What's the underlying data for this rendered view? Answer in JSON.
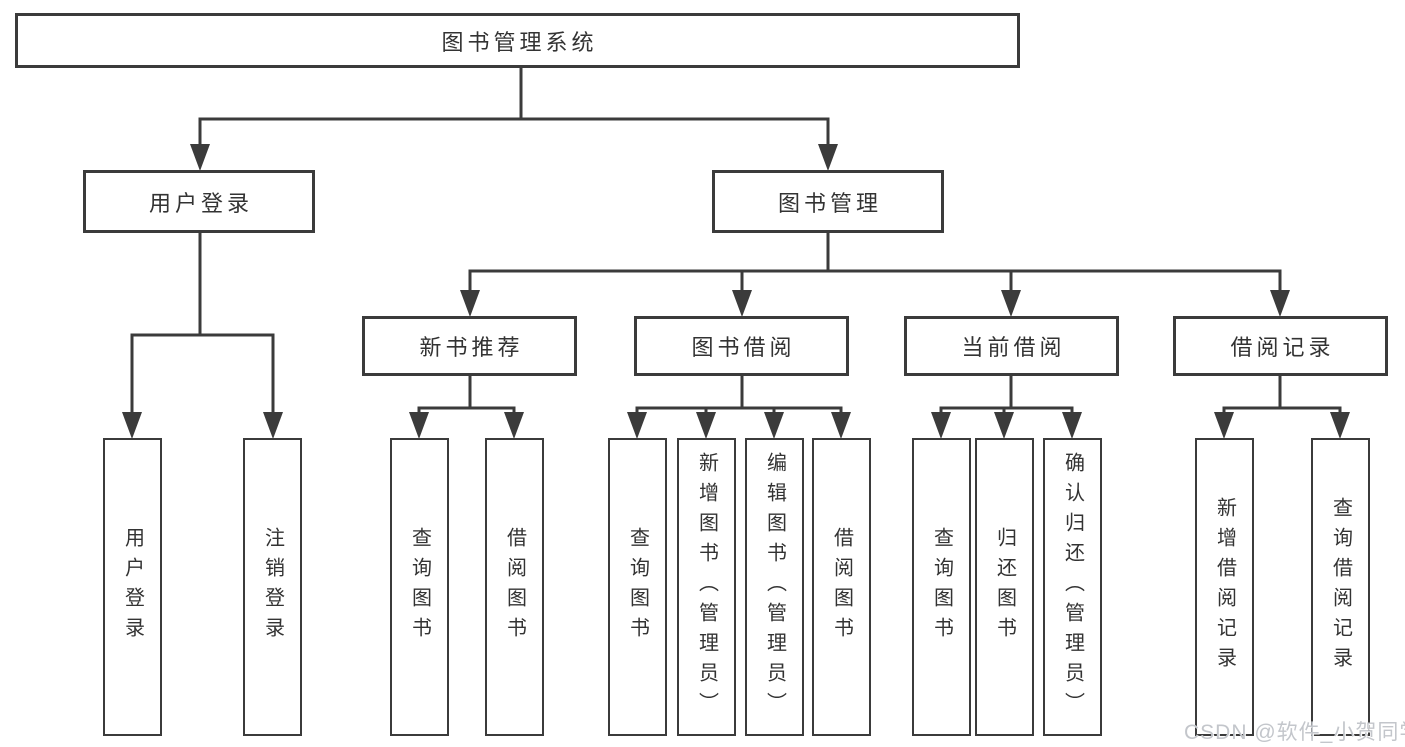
{
  "colors": {
    "line": "#3b3b3b",
    "box_border": "#3b3b3b",
    "box_fill": "#ffffff",
    "text": "#333333",
    "watermark": "#c3c6cb"
  },
  "nodes": {
    "root": {
      "label": "图书管理系统"
    },
    "user_login": {
      "label": "用户登录"
    },
    "book_management": {
      "label": "图书管理"
    },
    "new_book_recommend": {
      "label": "新书推荐"
    },
    "book_borrowing": {
      "label": "图书借阅"
    },
    "current_borrowing": {
      "label": "当前借阅"
    },
    "borrowing_records": {
      "label": "借阅记录"
    },
    "ul_user_login": {
      "label": "用户登录"
    },
    "ul_logout": {
      "label": "注销登录"
    },
    "rec_query_books": {
      "label": "查询图书"
    },
    "rec_borrow_books": {
      "label": "借阅图书"
    },
    "bb_query_books": {
      "label": "查询图书"
    },
    "bb_add_books": {
      "label": "新增图书（管理员）"
    },
    "bb_edit_books": {
      "label": "编辑图书（管理员）"
    },
    "bb_borrow_books": {
      "label": "借阅图书"
    },
    "cb_query_books": {
      "label": "查询图书"
    },
    "cb_return_books": {
      "label": "归还图书"
    },
    "cb_confirm_return": {
      "label": "确认归还（管理员）"
    },
    "br_add_record": {
      "label": "新增借阅记录"
    },
    "br_query_record": {
      "label": "查询借阅记录"
    }
  },
  "hierarchy": {
    "root": [
      "user_login",
      "book_management"
    ],
    "user_login": [
      "ul_user_login",
      "ul_logout"
    ],
    "book_management": [
      "new_book_recommend",
      "book_borrowing",
      "current_borrowing",
      "borrowing_records"
    ],
    "new_book_recommend": [
      "rec_query_books",
      "rec_borrow_books"
    ],
    "book_borrowing": [
      "bb_query_books",
      "bb_add_books",
      "bb_edit_books",
      "bb_borrow_books"
    ],
    "current_borrowing": [
      "cb_query_books",
      "cb_return_books",
      "cb_confirm_return"
    ],
    "borrowing_records": [
      "br_add_record",
      "br_query_record"
    ]
  },
  "watermark": {
    "text": "CSDN @软件_小贺同学"
  }
}
